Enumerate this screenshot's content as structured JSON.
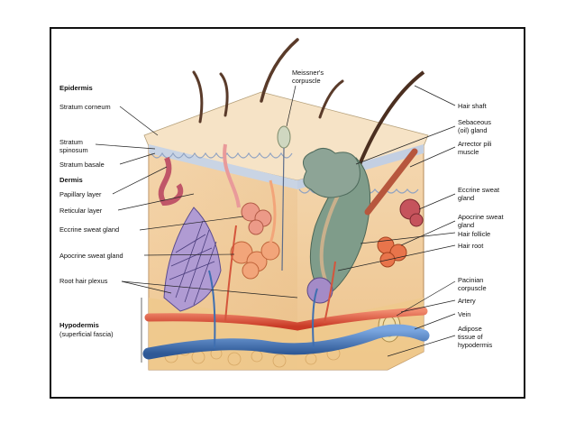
{
  "colors": {
    "frame": "#111111",
    "epidermis": "#d7dde8",
    "dermis": "#f4d2a8",
    "hypodermis": "#eec98f",
    "artery": "#e2513a",
    "vein": "#3f6fb0",
    "gland": "#e99370",
    "follicle": "#6e8e7e"
  },
  "labels": {
    "epidermis": "Epidermis",
    "stratum_corneum": "Stratum corneum",
    "stratum_spinosum": "Stratum\nspinosum",
    "stratum_basale": "Stratum basale",
    "dermis": "Dermis",
    "papillary_layer": "Papillary layer",
    "reticular_layer": "Reticular layer",
    "eccrine_left": "Eccrine sweat gland",
    "apocrine_left": "Apocrine sweat gland",
    "root_hair_plexus": "Root hair plexus",
    "hypodermis": "Hypodermis",
    "superficial_fascia": "(superficial fascia)",
    "meissner": "Meissner's\ncorpuscle",
    "hair_shaft": "Hair shaft",
    "sebaceous": "Sebaceous\n(oil) gland",
    "arrector_pili": "Arrector pili\nmuscle",
    "eccrine_right": "Eccrine sweat\ngland",
    "apocrine_right": "Apocrine sweat\ngland",
    "hair_follicle": "Hair follicle",
    "hair_root": "Hair root",
    "pacinian": "Pacinian\ncorpuscle",
    "artery": "Artery",
    "vein": "Vein",
    "adipose": "Adipose\ntissue of\nhypodermis"
  }
}
